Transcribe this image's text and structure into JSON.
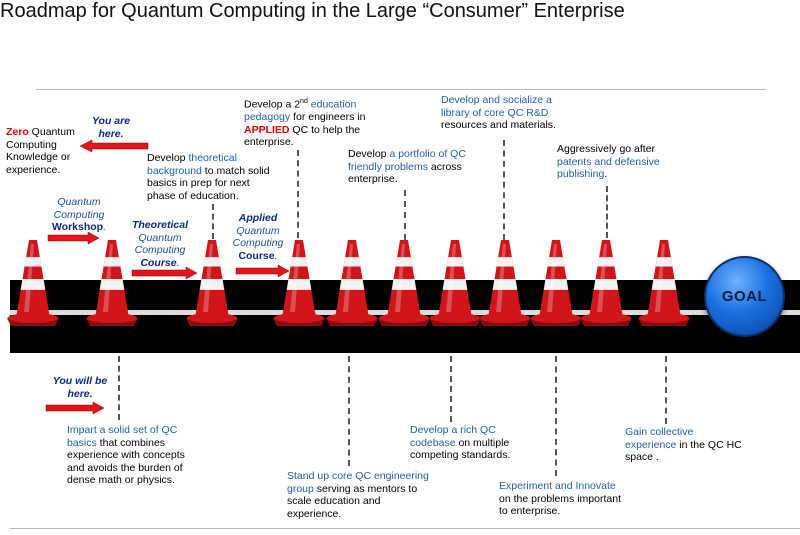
{
  "title": "Roadmap for Quantum Computing in the Large “Consumer”  Enterprise",
  "goal": "GOAL",
  "labels": {
    "zero_a": "Zero",
    "zero_b": " Quantum Computing Knowledge or experience.",
    "you_are_here": "You are here.",
    "you_will_be_here": "You will be here.",
    "workshop_a": "Quantum Computing",
    "workshop_b": "Workshop",
    "workshop_c": ".",
    "theoretical_a": "Theoretical",
    "theoretical_b": "Quantum Computing",
    "theoretical_c": "Course",
    "theoretical_d": ".",
    "applied_a": "Applied",
    "applied_b": "Quantum Computing",
    "applied_c": "Course",
    "applied_d": ".",
    "dev_theory_a": "Develop ",
    "dev_theory_b": "theoretical background",
    "dev_theory_c": " to match solid basics in prep for next phase of education.",
    "dev_edu_a": "Develop  a 2",
    "dev_edu_sup": "nd",
    "dev_edu_b": " education pedagogy",
    "dev_edu_c": " for engineers  in ",
    "dev_edu_d": "APPLIED",
    "dev_edu_e": " QC to help the enterprise.",
    "portfolio_a": "Develop ",
    "portfolio_b": "a portfolio of QC friendly problems",
    "portfolio_c": " across enterprise.",
    "library_a": "Develop and socialize a library of core QC R&D",
    "library_b": " resources and materials.",
    "patents_a": "Aggressively go after ",
    "patents_b": "patents and defensive publishing",
    "patents_c": ".",
    "basics_a": "Impart a solid set of QC basics",
    "basics_b": "  that combines experience with concepts and avoids the burden of dense math or physics.",
    "group_a": "Stand up core QC engineering group",
    "group_b": " serving as mentors to scale education and experience.",
    "codebase_a": "Develop a rich QC codebase",
    "codebase_b": " on multiple competing standards.",
    "experiment_a": "Experiment and Innovate",
    "experiment_b": " on the problems important to enterprise.",
    "collective_a": "Gain collective experience",
    "collective_b": " in the QC HC space ."
  },
  "colors": {
    "accent_blue": "#1f5fb0",
    "alert_red": "#e00000",
    "cone_red": "#d0161a",
    "road": "#000000",
    "goal_blue": "#1a6fe0"
  },
  "cone_count": 12
}
